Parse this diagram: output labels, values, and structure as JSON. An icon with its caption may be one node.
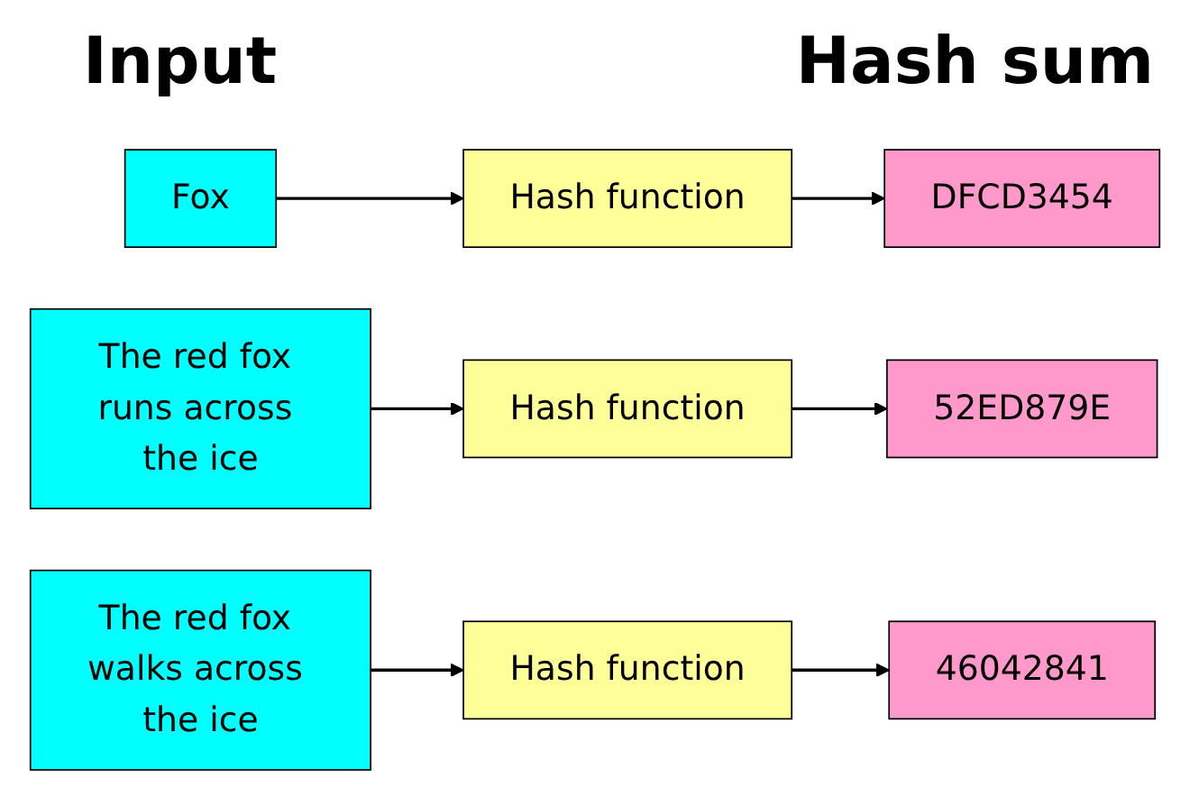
{
  "diagram": {
    "nodes": [
      {
        "text": [
          "Fox"
        ]
      },
      {
        "text": [
          "Hash function"
        ]
      },
      {
        "text": [
          "DFCD3454"
        ]
      },
      {
        "text": [
          "The red fox runs across the ice"
        ]
      },
      {
        "text": [
          "Hash function"
        ]
      },
      {
        "text": [
          "52ED879E"
        ]
      },
      {
        "text": [
          "The red fox walks across the ice"
        ]
      },
      {
        "text": [
          "Hash function"
        ]
      },
      {
        "text": [
          "46042841"
        ]
      }
    ],
    "edges": [
      {
        "from": 0,
        "to": 1,
        "arrow": "to"
      },
      {
        "from": 1,
        "to": 2,
        "arrow": "to"
      },
      {
        "from": 3,
        "to": 4,
        "arrow": "to"
      },
      {
        "from": 4,
        "to": 5,
        "arrow": "to"
      },
      {
        "from": 6,
        "to": 7,
        "arrow": "to"
      },
      {
        "from": 7,
        "to": 8,
        "arrow": "to"
      }
    ],
    "labels": [
      "Input",
      "Hash sum"
    ]
  }
}
